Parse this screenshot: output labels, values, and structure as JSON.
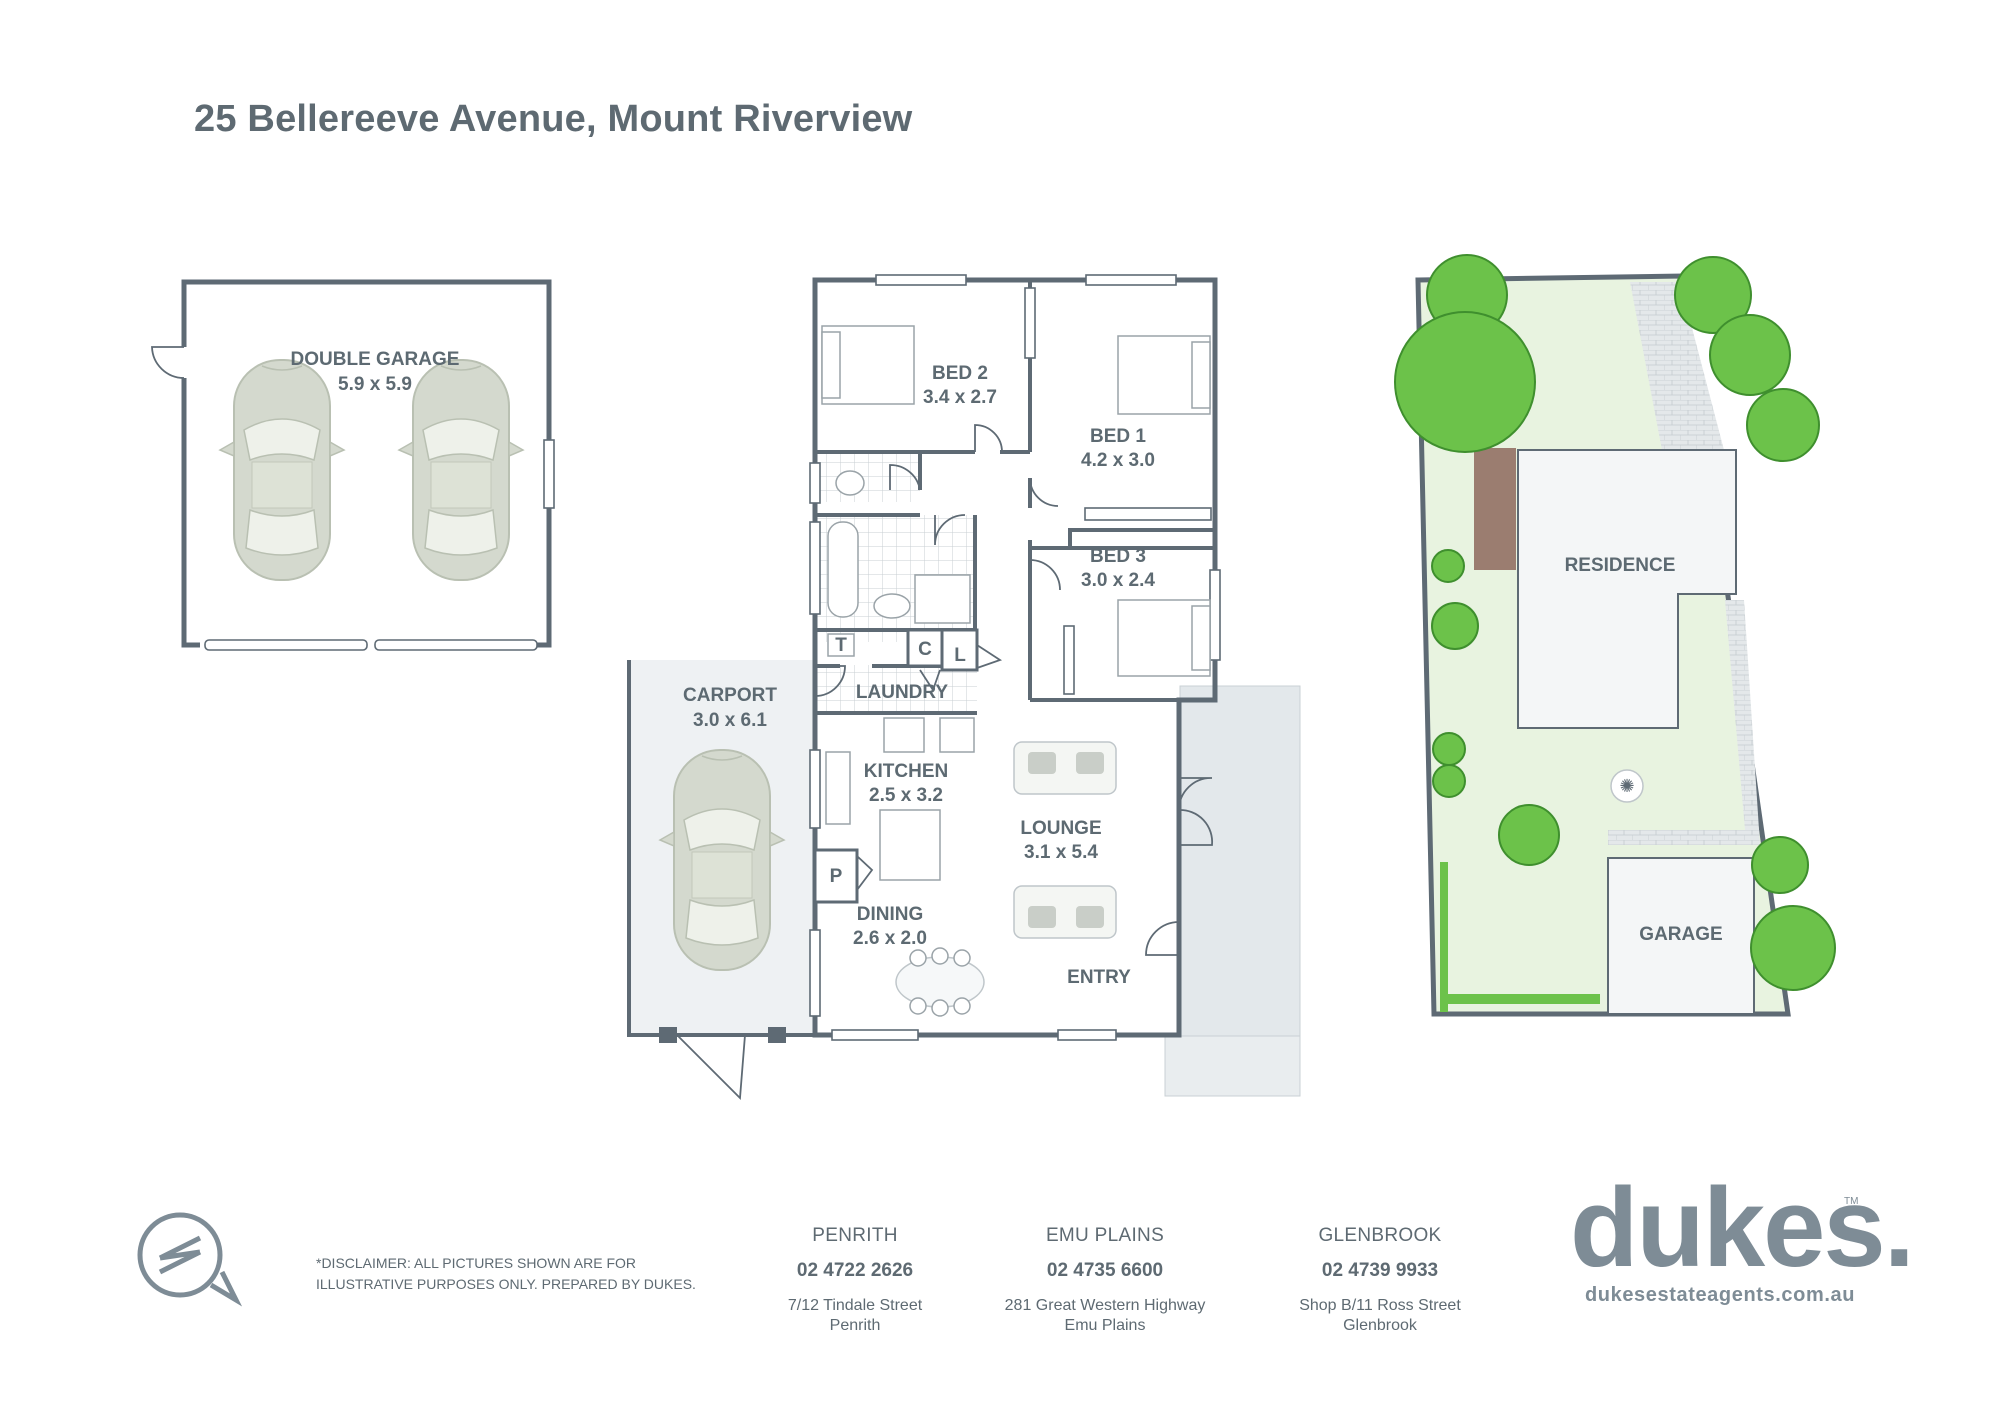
{
  "title": "25 Bellereeve Avenue, Mount Riverview",
  "rooms": {
    "garage_name": "DOUBLE GARAGE",
    "garage_dim": "5.9 x 5.9",
    "bed2_name": "BED 2",
    "bed2_dim": "3.4 x 2.7",
    "bed1_name": "BED 1",
    "bed1_dim": "4.2 x 3.0",
    "bed3_name": "BED 3",
    "bed3_dim": "3.0 x 2.4",
    "carport_name": "CARPORT",
    "carport_dim": "3.0 x 6.1",
    "laundry_name": "LAUNDRY",
    "kitchen_name": "KITCHEN",
    "kitchen_dim": "2.5 x 3.2",
    "lounge_name": "LOUNGE",
    "lounge_dim": "3.1 x 5.4",
    "dining_name": "DINING",
    "dining_dim": "2.6 x 2.0",
    "entry_name": "ENTRY",
    "cupboard_c": "C",
    "cupboard_l": "L",
    "pantry_p": "P",
    "toilet_t": "T"
  },
  "site": {
    "residence": "RESIDENCE",
    "garage": "GARAGE"
  },
  "disclaimer": {
    "line1": "*DISCLAIMER: ALL PICTURES SHOWN ARE FOR",
    "line2": "ILLUSTRATIVE PURPOSES ONLY. PREPARED BY DUKES."
  },
  "offices": [
    {
      "name": "PENRITH",
      "phone": "02 4722 2626",
      "addr1": "7/12 Tindale Street",
      "addr2": "Penrith"
    },
    {
      "name": "EMU PLAINS",
      "phone": "02 4735 6600",
      "addr1": "281 Great Western Highway",
      "addr2": "Emu Plains"
    },
    {
      "name": "GLENBROOK",
      "phone": "02 4739 9933",
      "addr1": "Shop B/11 Ross Street",
      "addr2": "Glenbrook"
    }
  ],
  "brand": {
    "name": "dukes.",
    "url": "dukesestateagents.com.au",
    "tm": "TM"
  },
  "colors": {
    "wall": "#5e6a74",
    "text": "#5d6a72",
    "lawn": "#e8f3e0",
    "tree": "#6cc24a",
    "paving": "#e3e8eb",
    "brand": "#7e8c96"
  },
  "icons": {
    "compass": "north-compass-icon"
  }
}
